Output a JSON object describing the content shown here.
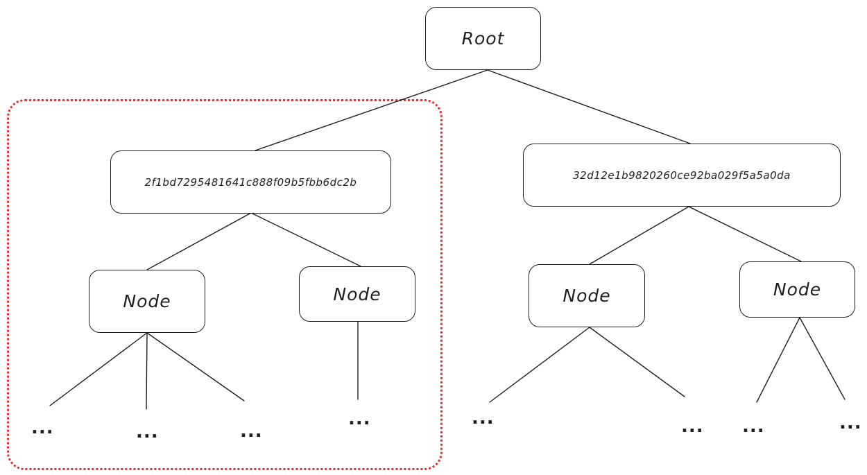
{
  "diagram": {
    "root": {
      "label": "Root"
    },
    "left_branch": {
      "hash_label": "2f1bd7295481641c888f09b5fbb6dc2b",
      "children": [
        {
          "label": "Node",
          "leaves": [
            "...",
            "...",
            "..."
          ]
        },
        {
          "label": "Node",
          "leaves": [
            "..."
          ]
        }
      ]
    },
    "right_branch": {
      "hash_label": "32d12e1b9820260ce92ba029f5a5a0da",
      "children": [
        {
          "label": "Node",
          "leaves": [
            "...",
            "..."
          ]
        },
        {
          "label": "Node",
          "leaves": [
            "...",
            "..."
          ]
        }
      ]
    },
    "highlight": {
      "color": "#e03131",
      "style": "dotted",
      "encloses": "left_branch"
    },
    "stroke_color": "#1e1e1e"
  }
}
